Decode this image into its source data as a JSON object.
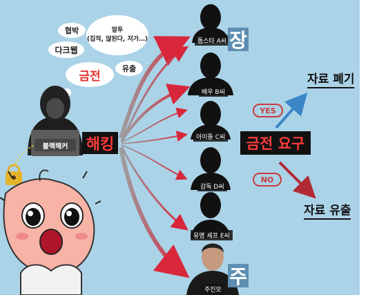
{
  "bubbles": {
    "hyeopbak": "협박",
    "darkweb": "다크웹",
    "maltu_line1": "말투",
    "maltu_line2": "(집적, 않된다, 저가…)",
    "geumjeon": "금전",
    "yuchul": "유출"
  },
  "hacker_label": "블랙해커",
  "hacking_label": "해킹",
  "demand_label": "금전 요구",
  "targets": [
    {
      "label": "톱스타 A씨"
    },
    {
      "label": "배우 B씨"
    },
    {
      "label": "아이돌 C씨"
    },
    {
      "label": "감독 D씨"
    },
    {
      "label": "유명 셰프 E씨"
    },
    {
      "label": "주진모"
    }
  ],
  "side_chars": {
    "top": "장",
    "bottom": "주"
  },
  "branches": {
    "yes": "YES",
    "no": "NO"
  },
  "results": {
    "discard": "자료 폐기",
    "leak": "자료 유출"
  },
  "colors": {
    "background": "#abd3e8",
    "accent_red": "#e53030",
    "arrow_blue": "#3a86c8",
    "arrow_dark_red": "#b22a35"
  },
  "icons": [
    "padlock-icon",
    "hacker-silhouette",
    "peach-character"
  ]
}
